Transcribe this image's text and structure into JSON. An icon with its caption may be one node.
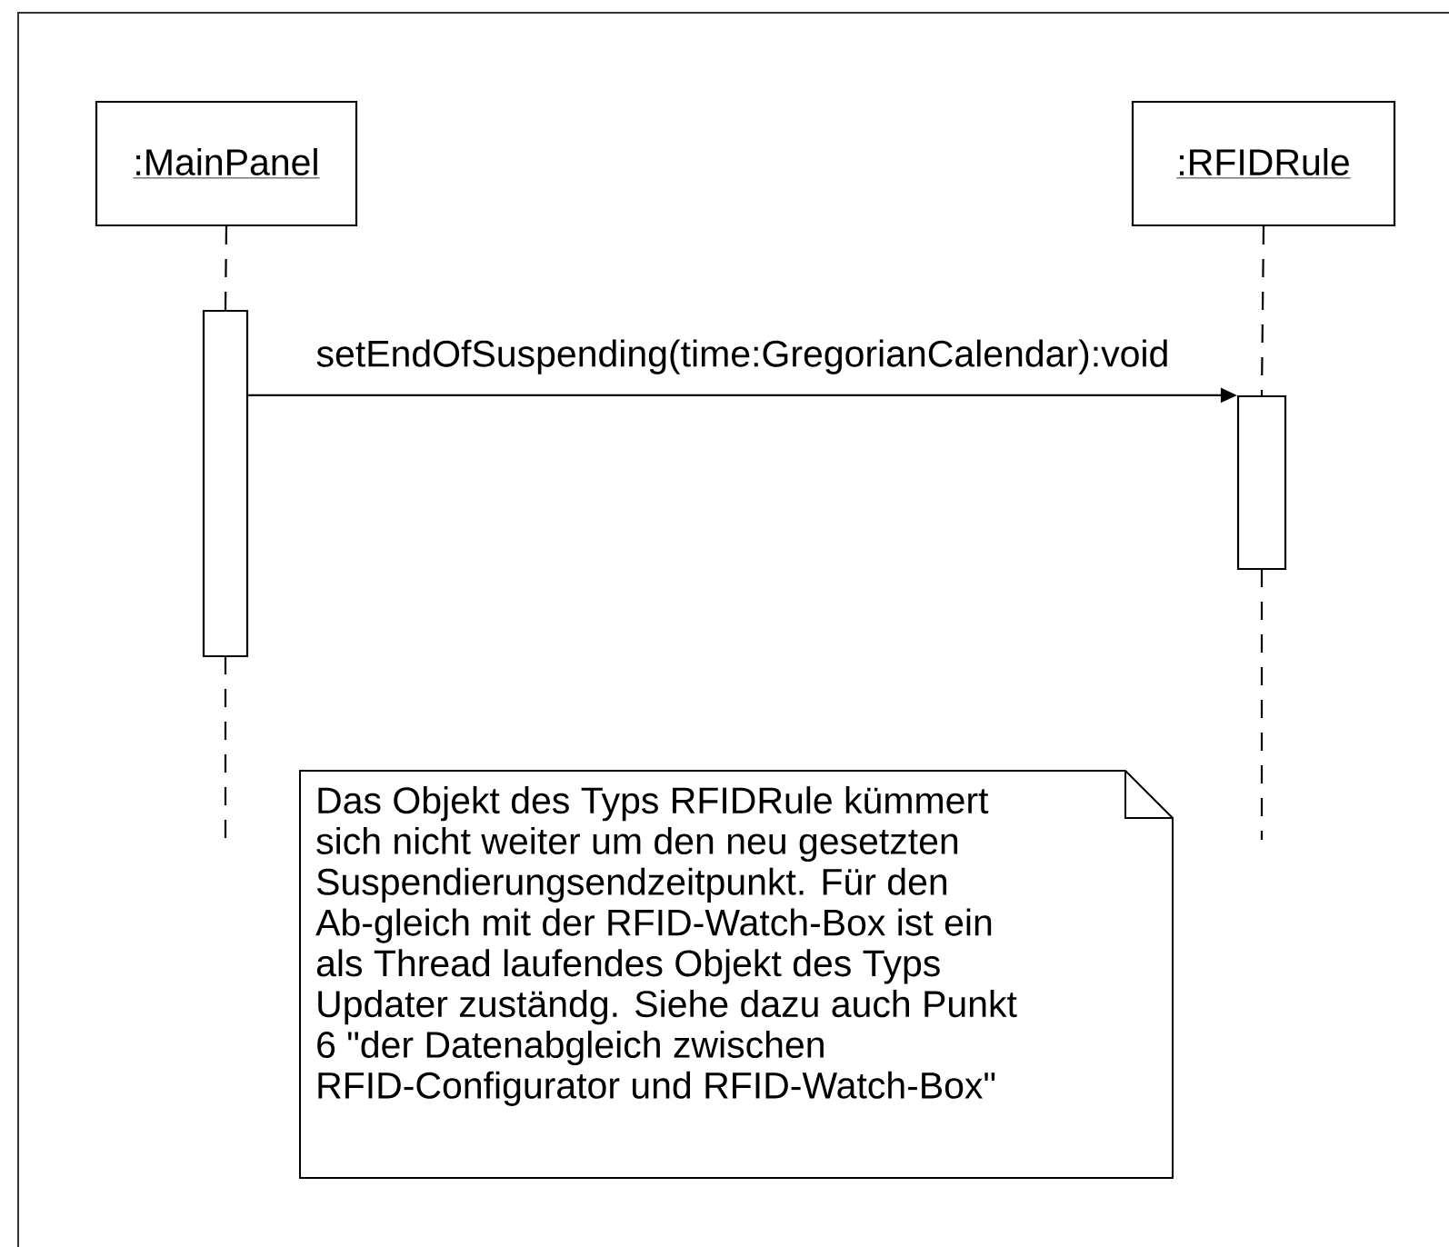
{
  "diagram": {
    "nodes": [
      {
        "text": [
          ":MainPanel"
        ]
      },
      {
        "text": [
          ":RFIDRule"
        ]
      },
      {
        "text": [],
        "shape": "bar"
      },
      {
        "text": [],
        "shape": "bar"
      },
      {
        "text": [
          "Das Objekt des Typs RFIDRule kümmert sich nicht weiter um den neu gesetzten Suspendierungsendzeitpunkt. Für den Ab-gleich mit der RFID-Watch-Box ist ein als Thread laufendes Objekt des Typs Updater zuständg. Siehe dazu auch Punkt 6 \"der Datenabgleich zwischen RFID-Configurator und RFID-Watch-Box\""
        ]
      }
    ],
    "edges": [
      {
        "from": 0,
        "to": 2,
        "arrow": "none",
        "style": "dashed"
      },
      {
        "from": 1,
        "to": 3,
        "arrow": "none",
        "style": "dashed"
      },
      {
        "from": 2,
        "to": 3,
        "arrow": "to",
        "label": "setEndOfSuspending(time:GregorianCalendar):void"
      }
    ]
  }
}
